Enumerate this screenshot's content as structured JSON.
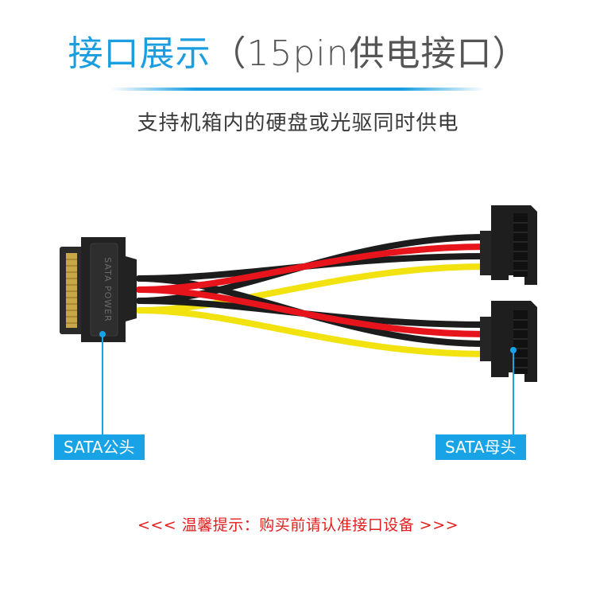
{
  "header": {
    "title_main": "接口展示",
    "title_paren": "（15pin供电接口）",
    "subtitle": "支持机箱内的硬盘或光驱同时供电"
  },
  "labels": {
    "male": "SATA公头",
    "female": "SATA母头"
  },
  "connector_print": "SATA POWER",
  "tip": "<<<  温馨提示：购买前请认准接口设备 >>>",
  "colors": {
    "accent": "#17a3e6",
    "tip_red": "#e31c1c",
    "wire_red": "#e8141c",
    "wire_yellow": "#f2e20f",
    "wire_black": "#1c1c1c",
    "connector_black": "#222222"
  }
}
